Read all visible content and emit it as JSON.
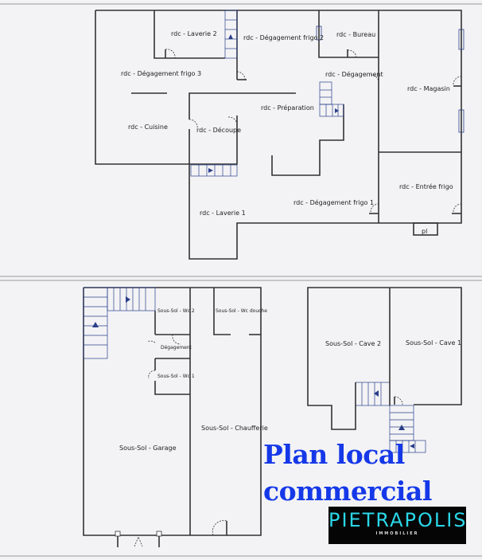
{
  "ground_floor": {
    "rooms": [
      "rdc - Laverie 2",
      "rdc - Dégagement frigo 2",
      "rdc - Bureau",
      "rdc - Dégagement frigo 3",
      "rdc - Dégagement",
      "rdc - Magasin",
      "rdc - Préparation",
      "rdc - Cuisine",
      "rdc - Découpe",
      "rdc - Entrée frigo",
      "rdc - Dégagement frigo 1",
      "rdc - Laverie 1",
      "pl"
    ]
  },
  "basement": {
    "rooms": [
      "Sous-Sol - Wc 2",
      "Sous-Sol - Wc douche",
      "Dégagement",
      "Sous-Sol - Wc 1",
      "Sous-Sol - Chaufferie",
      "Sous-Sol - Garage",
      "Sous-Sol - Cave 2",
      "Sous-Sol - Cave 1"
    ]
  },
  "title": {
    "line1": "Plan local",
    "line2": "commercial"
  },
  "logo": {
    "name": "PIETRAPOLIS",
    "sub": "IMMOBILIER"
  },
  "colors": {
    "title": "#1538e8",
    "logo_bg": "#050505",
    "logo_text": "#2ad7e8",
    "stair_arrow": "#2a3f8a"
  }
}
